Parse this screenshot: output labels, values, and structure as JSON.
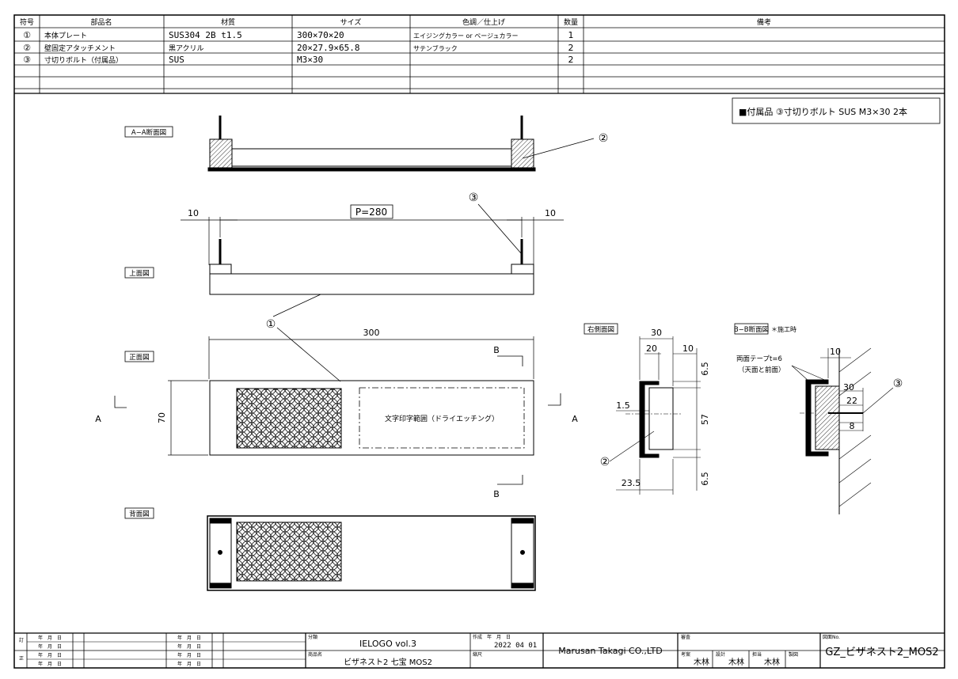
{
  "parts_table": {
    "headers": [
      "符号",
      "部品名",
      "材質",
      "サイズ",
      "色調／仕上げ",
      "数量",
      "備考"
    ],
    "rows": [
      [
        "①",
        "本体プレート",
        "SUS304 2B t1.5",
        "300×70×20",
        "エイジングカラー or ベージュカラー",
        "1",
        ""
      ],
      [
        "②",
        "壁固定アタッチメント",
        "黒アクリル",
        "20×27.9×65.8",
        "サテンブラック",
        "2",
        ""
      ],
      [
        "③",
        "寸切りボルト（付属品）",
        "SUS",
        "M3×30",
        "",
        "2",
        ""
      ]
    ]
  },
  "note": "■付属品 ③寸切りボルト SUS M3×30 2本",
  "views": {
    "aa_section": "A−A断面図",
    "top": "上面図",
    "front": "正面図",
    "back": "背面図",
    "right_side": "右側面図",
    "bb_section": "B−B断面図",
    "bb_note": "＊施工時"
  },
  "callouts": {
    "c1": "①",
    "c2": "②",
    "c3": "③"
  },
  "dims": {
    "left10": "10",
    "pitch": "P=280",
    "right10": "10",
    "width300": "300",
    "height70": "70",
    "side30": "30",
    "side20": "20",
    "side10": "10",
    "side6_5a": "6.5",
    "side57": "57",
    "side1_5": "1.5",
    "side6_5b": "6.5",
    "side23_5": "23.5",
    "bb10": "10",
    "bb30": "30",
    "bb22": "22",
    "bb8": "8"
  },
  "section_marks": {
    "a": "A",
    "b": "B"
  },
  "print_area": "文字印字範囲（ドライエッチング）",
  "tape_note": {
    "line1": "両面テープt=6",
    "line2": "（天面と前面）"
  },
  "title_block": {
    "rev_labels": [
      "訂",
      "正"
    ],
    "date_placeholder": "年　月　日",
    "bunrui_label": "分類",
    "bunrui_value": "IELOGO vol.3",
    "hinmei_label": "商品名",
    "hinmei_value": "ビザネスト2 七宝 MOS2",
    "sakusei_label": "作成　年　月　日",
    "sakusei_value": "2022 04 01",
    "shakudo_label": "縮尺",
    "company": "Marusan Takagi CO.,LTD",
    "shinsa_label": "審査",
    "kouan_label": "考案",
    "kouan_value": "木林",
    "sekkei_label": "設計",
    "sekkei_value": "木林",
    "tantou_label": "担当",
    "tantou_value": "木林",
    "seizu_label": "製図",
    "drawing_no_label": "図面No.",
    "drawing_no": "GZ_ビザネスト2_MOS2"
  }
}
